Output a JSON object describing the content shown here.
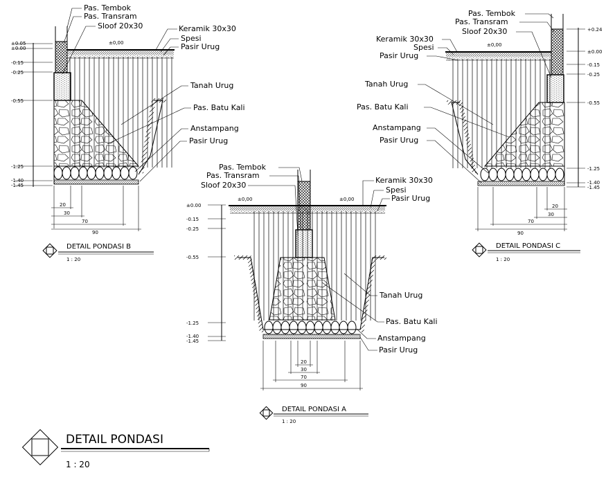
{
  "drawing": {
    "title": "DETAIL PONDASI",
    "scale": "1 : 20"
  },
  "detail_a": {
    "title": "DETAIL PONDASI A",
    "scale": "1 : 20",
    "labels": {
      "pas_tembok": "Pas. Tembok",
      "pas_transram": "Pas. Transram",
      "sloof": "Sloof 20x30",
      "keramik": "Keramik 30x30",
      "spesi": "Spesi",
      "pasir_urug_top": "Pasir Urug",
      "tanah_urug": "Tanah Urug",
      "pas_batu_kali": "Pas. Batu Kali",
      "anstampang": "Anstampang",
      "pasir_urug_bottom": "Pasir Urug"
    },
    "floor_marks": [
      "±0,00",
      "±0,00"
    ],
    "levels": [
      "±0.00",
      "-0.15",
      "-0.25",
      "-0.55",
      "-1.25",
      "-1.40",
      "-1.45"
    ],
    "dims": [
      "20",
      "30",
      "70",
      "90"
    ]
  },
  "detail_b": {
    "title": "DETAIL PONDASI B",
    "scale": "1 : 20",
    "labels": {
      "pas_tembok": "Pas. Tembok",
      "pas_transram": "Pas. Transram",
      "sloof": "Sloof 20x30",
      "keramik": "Keramik 30x30",
      "spesi": "Spesi",
      "pasir_urug_top": "Pasir Urug",
      "tanah_urug": "Tanah Urug",
      "pas_batu_kali": "Pas. Batu Kali",
      "anstampang": "Anstampang",
      "pasir_urug_bottom": "Pasir Urug"
    },
    "floor_mark": "±0,00",
    "levels": [
      "±0.05",
      "±0.00",
      "-0.15",
      "-0.25",
      "-0.55",
      "-1.25",
      "-1.40",
      "-1.45"
    ],
    "dims": [
      "20",
      "30",
      "70",
      "90"
    ]
  },
  "detail_c": {
    "title": "DETAIL PONDASI C",
    "scale": "1 : 20",
    "labels": {
      "pas_tembok": "Pas. Tembok",
      "pas_transram": "Pas. Transram",
      "sloof": "Sloof 20x30",
      "keramik": "Keramik 30x30",
      "spesi": "Spesi",
      "pasir_urug_top": "Pasir Urug",
      "tanah_urug": "Tanah Urug",
      "pas_batu_kali": "Pas. Batu Kali",
      "anstampang": "Anstampang",
      "pasir_urug_bottom": "Pasir Urug"
    },
    "floor_mark": "±0,00",
    "levels": [
      "+0.24",
      "±0.00",
      "-0.15",
      "-0.25",
      "-0.55",
      "-1.25",
      "-1.40",
      "-1.45"
    ],
    "dims": [
      "20",
      "30",
      "70",
      "90"
    ]
  }
}
